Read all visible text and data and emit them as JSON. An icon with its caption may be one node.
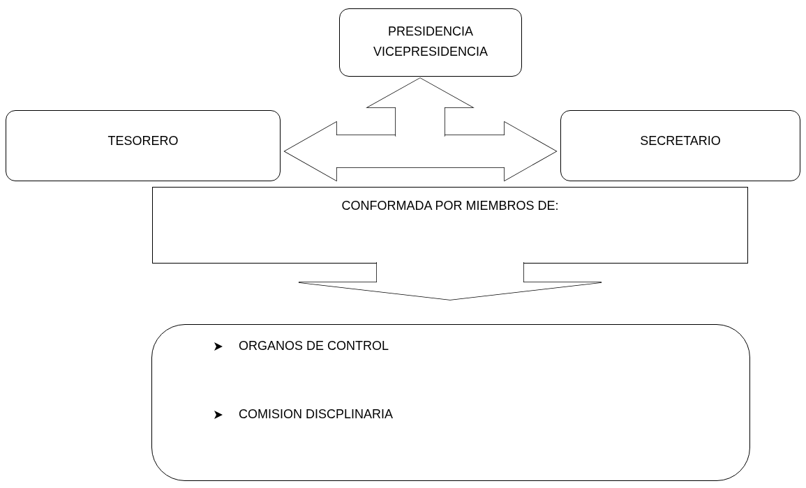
{
  "diagram": {
    "nodes": [
      {
        "text": [
          "PRESIDENCIA VICEPRESIDENCIA"
        ]
      },
      {
        "text": [
          "TESORERO"
        ]
      },
      {
        "text": [
          "SECRETARIO"
        ]
      },
      {
        "text": [
          "CONFORMADA POR MIEMBROS DE:"
        ]
      },
      {
        "text": [
          "ORGANOS DE CONTROL",
          "COMISION DISCPLINARIA"
        ]
      }
    ],
    "edges": [
      {
        "from": 1,
        "to": 2,
        "arrow": "both"
      },
      {
        "from": null,
        "to": 0,
        "arrow": "to"
      },
      {
        "from": 3,
        "to": 4,
        "arrow": "to"
      }
    ]
  }
}
